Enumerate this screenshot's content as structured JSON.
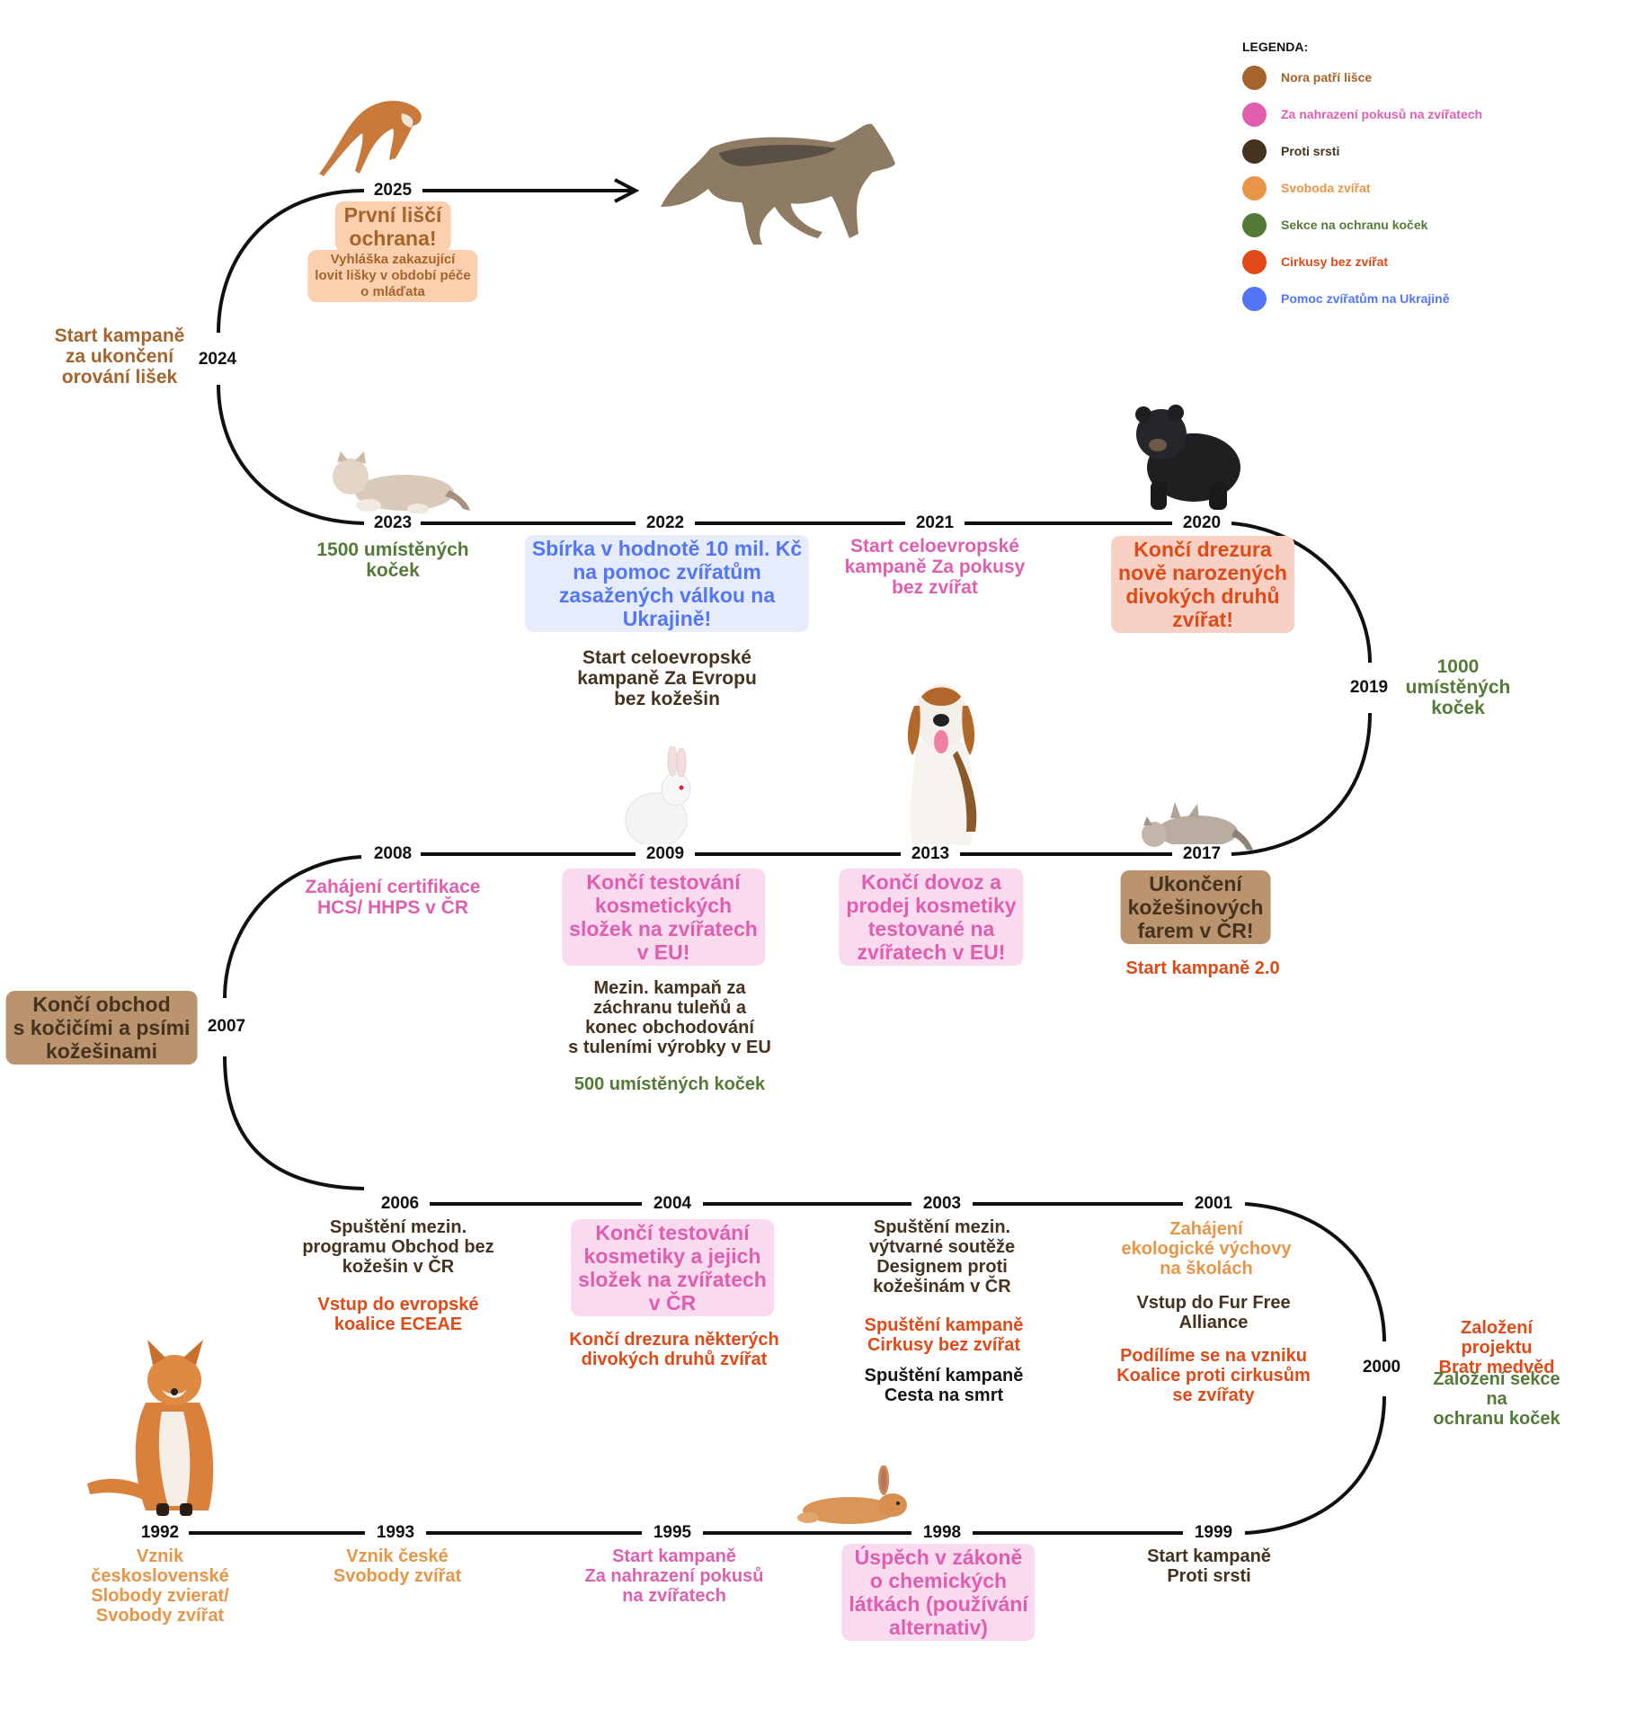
{
  "legend": {
    "title": "LEGENDA:",
    "items": [
      {
        "label": "Nora patří lišce",
        "color": "#a5642b"
      },
      {
        "label": "Za nahrazení pokusů na zvířatech",
        "color": "#e05eb0"
      },
      {
        "label": "Proti srsti",
        "color": "#45321f"
      },
      {
        "label": "Svoboda zvířat",
        "color": "#e89548"
      },
      {
        "label": "Sekce na ochranu koček",
        "color": "#537a36"
      },
      {
        "label": "Cirkusy bez zvířat",
        "color": "#e04a17"
      },
      {
        "label": "Pomoc zvířatům na Ukrajině",
        "color": "#5375f7"
      }
    ]
  },
  "years": {
    "y2025": "2025",
    "y2024": "2024",
    "y2023": "2023",
    "y2022": "2022",
    "y2021": "2021",
    "y2020": "2020",
    "y2019": "2019",
    "y2017": "2017",
    "y2013": "2013",
    "y2009": "2009",
    "y2008": "2008",
    "y2007": "2007",
    "y2006": "2006",
    "y2004": "2004",
    "y2003": "2003",
    "y2001": "2001",
    "y2000": "2000",
    "y1999": "1999",
    "y1998": "1998",
    "y1995": "1995",
    "y1993": "1993",
    "y1992": "1992"
  },
  "events": {
    "e2025_title": "První liščí\nochrana!",
    "e2025_sub": "Vyhláška zakazující\nlovit lišky v období péče\no mláďata",
    "e2024": "Start kampaně\nza ukončení\norování lišek",
    "e2023": "1500 umístěných\nkoček",
    "e2022_a": "Sbírka v hodnotě 10 mil. Kč\nna pomoc zvířatům\nzasažených válkou na\nUkrajině!",
    "e2022_b": "Start celoevropské\nkampaně Za Evropu\nbez kožešin",
    "e2021": "Start celoevropské\nkampaně Za pokusy\nbez zvířat",
    "e2020": "Končí drezura\nnově narozených\ndivokých druhů\nzvířat!",
    "e2019": "1000\numístěných\nkoček",
    "e2017_a": "Ukončení\nkožešinových\nfarem v ČR!",
    "e2017_b": "Start kampaně 2.0",
    "e2013": "Končí dovoz a\nprodej kosmetiky\ntestované na\nzvířatech v EU!",
    "e2009_a": "Končí testování\nkosmetických\nsložek na zvířatech\nv EU!",
    "e2009_b": "Mezin. kampaň za\nzáchranu tuleňů a\nkonec obchodování\ns tuleními výrobky v EU",
    "e2009_c": "500 umístěných koček",
    "e2008": "Zahájení certifikace\nHCS/ HHPS v ČR",
    "e2007": "Končí obchod\ns kočičími a psími\nkožešinami",
    "e2006_a": "Spuštění mezin.\nprogramu Obchod bez\nkožešin v ČR",
    "e2006_b": "Vstup do evropské\nkoalice ECEAE",
    "e2004_a": "Končí testování\nkosmetiky a jejich\nsložek na zvířatech\nv ČR",
    "e2004_b": "Končí drezura některých\ndivokých druhů zvířat",
    "e2003_a": "Spuštění mezin.\nvýtvarné soutěže\nDesignem proti\nkožešinám v ČR",
    "e2003_b": "Spuštění kampaně\nCirkusy bez zvířat",
    "e2003_c": "Spuštění kampaně\nCesta na smrt",
    "e2001_a": "Zahájení\nekologické výchovy\nna školách",
    "e2001_b": "Vstup do Fur Free\nAlliance",
    "e2001_c": "Podílíme se na vzniku\nKoalice proti cirkusům\nse zvířaty",
    "e2000_a": "Založení projektu\nBratr medvěd",
    "e2000_b": "Založení sekce na\nochranu koček",
    "e1999": "Start kampaně\nProti srsti",
    "e1998": "Úspěch v zákoně\no chemických\nlátkách (používání\nalternativ)",
    "e1995": "Start kampaně\nZa nahrazení pokusů\nna zvířatech",
    "e1993": "Vznik české\nSvobody zvířat",
    "e1992": "Vznik\nčeskoslovenské\nSlobody zvierat/\nSvobody zvířat"
  },
  "animals": [
    "fox-pouncing",
    "wolf-running",
    "kitten-lying",
    "bear-cub",
    "rabbit-white",
    "beagle-dog",
    "cat-rolling",
    "fox-sitting",
    "rabbit-lying"
  ]
}
